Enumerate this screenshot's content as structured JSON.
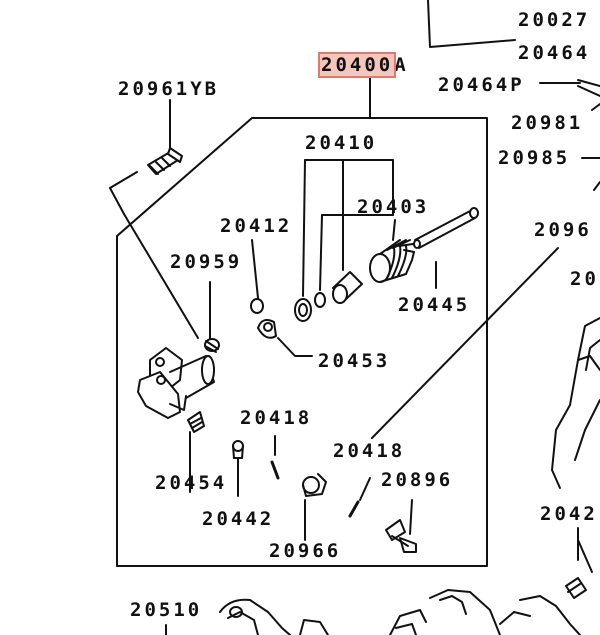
{
  "highlight": {
    "part": "20400",
    "suffix": "A"
  },
  "labels": {
    "p20027": "20027",
    "p20464": "20464",
    "p20464p": "20464P",
    "p20961yb": "20961YB",
    "p20981": "20981",
    "p20985": "20985",
    "p20410": "20410",
    "p20403": "20403",
    "p20412": "20412",
    "p2096x": "2096",
    "p20959": "20959",
    "p20x": "20",
    "p20445": "20445",
    "p20453": "20453",
    "p20418a": "20418",
    "p20418b": "20418",
    "p20454": "20454",
    "p20896": "20896",
    "p20442": "20442",
    "p2042x": "2042",
    "p20966": "20966",
    "p20510": "20510"
  },
  "colors": {
    "line": "#111111",
    "highlight_fill": "#f5c6bd",
    "highlight_border": "#e07a6a"
  }
}
